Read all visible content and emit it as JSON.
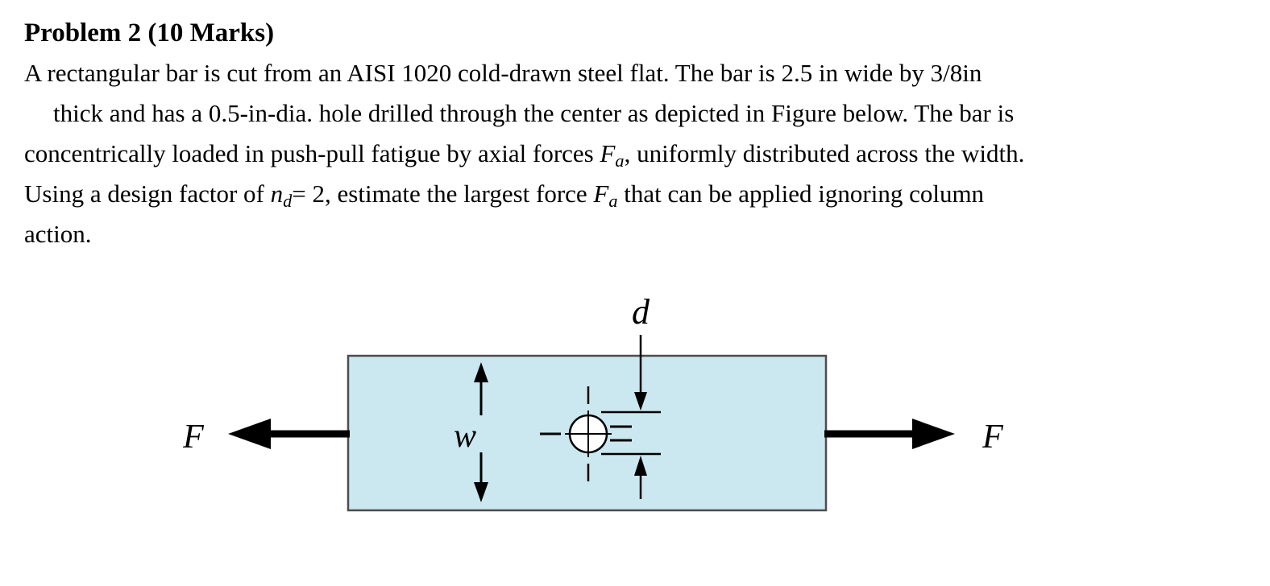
{
  "problem": {
    "title": "Problem 2 (10 Marks)",
    "lines": [
      {
        "segments": [
          {
            "text": "A rectangular bar is cut from an AISI 1020 cold-drawn steel flat. The bar is 2.5 in wide by 3/8in"
          }
        ]
      },
      {
        "segments": [
          {
            "text": "thick and has a 0.5-in-dia. hole drilled through the center as depicted in Figure below. The bar is"
          }
        ]
      },
      {
        "segments": [
          {
            "text": "concentrically loaded in push-pull fatigue by axial forces "
          },
          {
            "text": "F"
          },
          {
            "text": "a"
          },
          {
            "text": ", uniformly distributed across the width."
          }
        ]
      },
      {
        "segments": [
          {
            "text": "Using a design factor of "
          },
          {
            "text": "n"
          },
          {
            "text": "d"
          },
          {
            "text": "= 2, estimate the largest force "
          },
          {
            "text": "F"
          },
          {
            "text": "a"
          },
          {
            "text": " that can be applied ignoring column"
          }
        ]
      },
      {
        "segments": [
          {
            "text": "action."
          }
        ]
      }
    ]
  },
  "figure": {
    "force_label_left": "F",
    "force_label_right": "F",
    "width_label": "w",
    "diameter_label": "d",
    "bar_fill_color": "#cbe7f0",
    "bar_stroke_color": "#4d4d4d"
  }
}
